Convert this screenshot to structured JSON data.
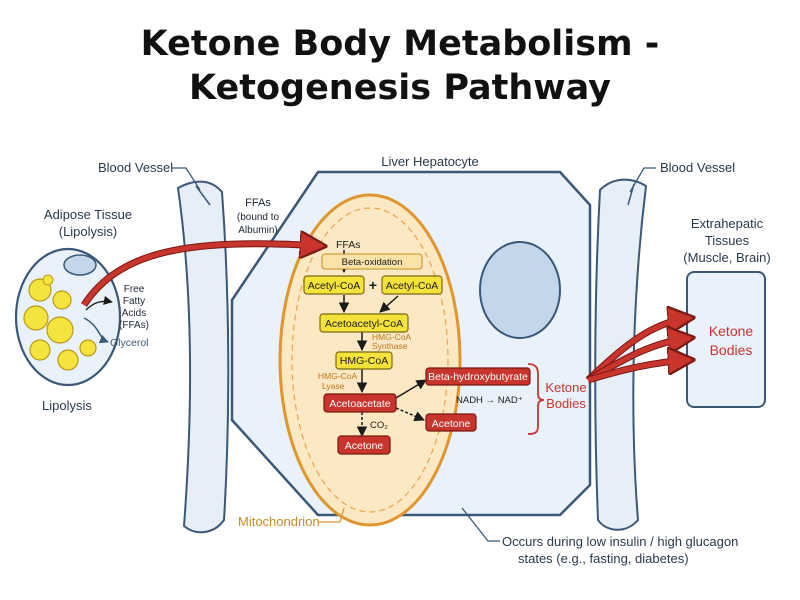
{
  "title": {
    "line1": "Ketone Body Metabolism -",
    "line2": "Ketogenesis Pathway"
  },
  "labels": {
    "blood_vessel_left": "Blood Vessel",
    "blood_vessel_right": "Blood Vessel",
    "liver": "Liver Hepatocyte",
    "adipose_line1": "Adipose Tissue",
    "adipose_line2": "(Lipolysis)",
    "lipolysis": "Lipolysis",
    "ffa_line1": "Free",
    "ffa_line2": "Fatty",
    "ffa_line3": "Acids",
    "ffa_line4": "(FFAs)",
    "glycerol": "Glycerol",
    "ffas_bound_line1": "FFAs",
    "ffas_bound_line2": "(bound to",
    "ffas_bound_line3": "Albumin)",
    "extra_line1": "Extrahepatic",
    "extra_line2": "Tissues",
    "extra_line3": "(Muscle, Brain)",
    "ketone_bodies_mid_line1": "Ketone",
    "ketone_bodies_mid_line2": "Bodies",
    "ketone_bodies_right_line1": "Ketone",
    "ketone_bodies_right_line2": "Bodies",
    "mitochondrion": "Mitochondrion",
    "footer_line1": "Occurs during low insulin / high glucagon",
    "footer_line2": "states (e.g., fasting, diabetes)"
  },
  "pathway": {
    "ffas": "FFAs",
    "beta_oxidation": "Beta-oxidation",
    "acetyl_coa_1": "Acetyl-CoA",
    "plus": "+",
    "acetyl_coa_2": "Acetyl-CoA",
    "acetoacetyl_coa": "Acetoacetyl-CoA",
    "hmg_synthase_line1": "HMG-CoA",
    "hmg_synthase_line2": "Synthase",
    "hmg_coa": "HMG-CoA",
    "hmg_lyase_line1": "HMG-CoA",
    "hmg_lyase_line2": "Lyase",
    "acetoacetate": "Acetoacetate",
    "beta_hydroxybutyrate": "Beta-hydroxybutyrate",
    "nadh_nad": "NADH → NAD⁺",
    "co2": "CO₂",
    "acetone_1": "Acetone",
    "acetone_2": "Acetone"
  },
  "colors": {
    "cell_fill": "#e9f1fa",
    "cell_stroke": "#3b5876",
    "mito_fill": "#fde8c4",
    "mito_stroke": "#e0952f",
    "metabolite_yellow": "#f5e23a",
    "metabolite_red": "#c8352c",
    "arrow_red": "#c8352c",
    "fat_droplet": "#f6e43e"
  }
}
